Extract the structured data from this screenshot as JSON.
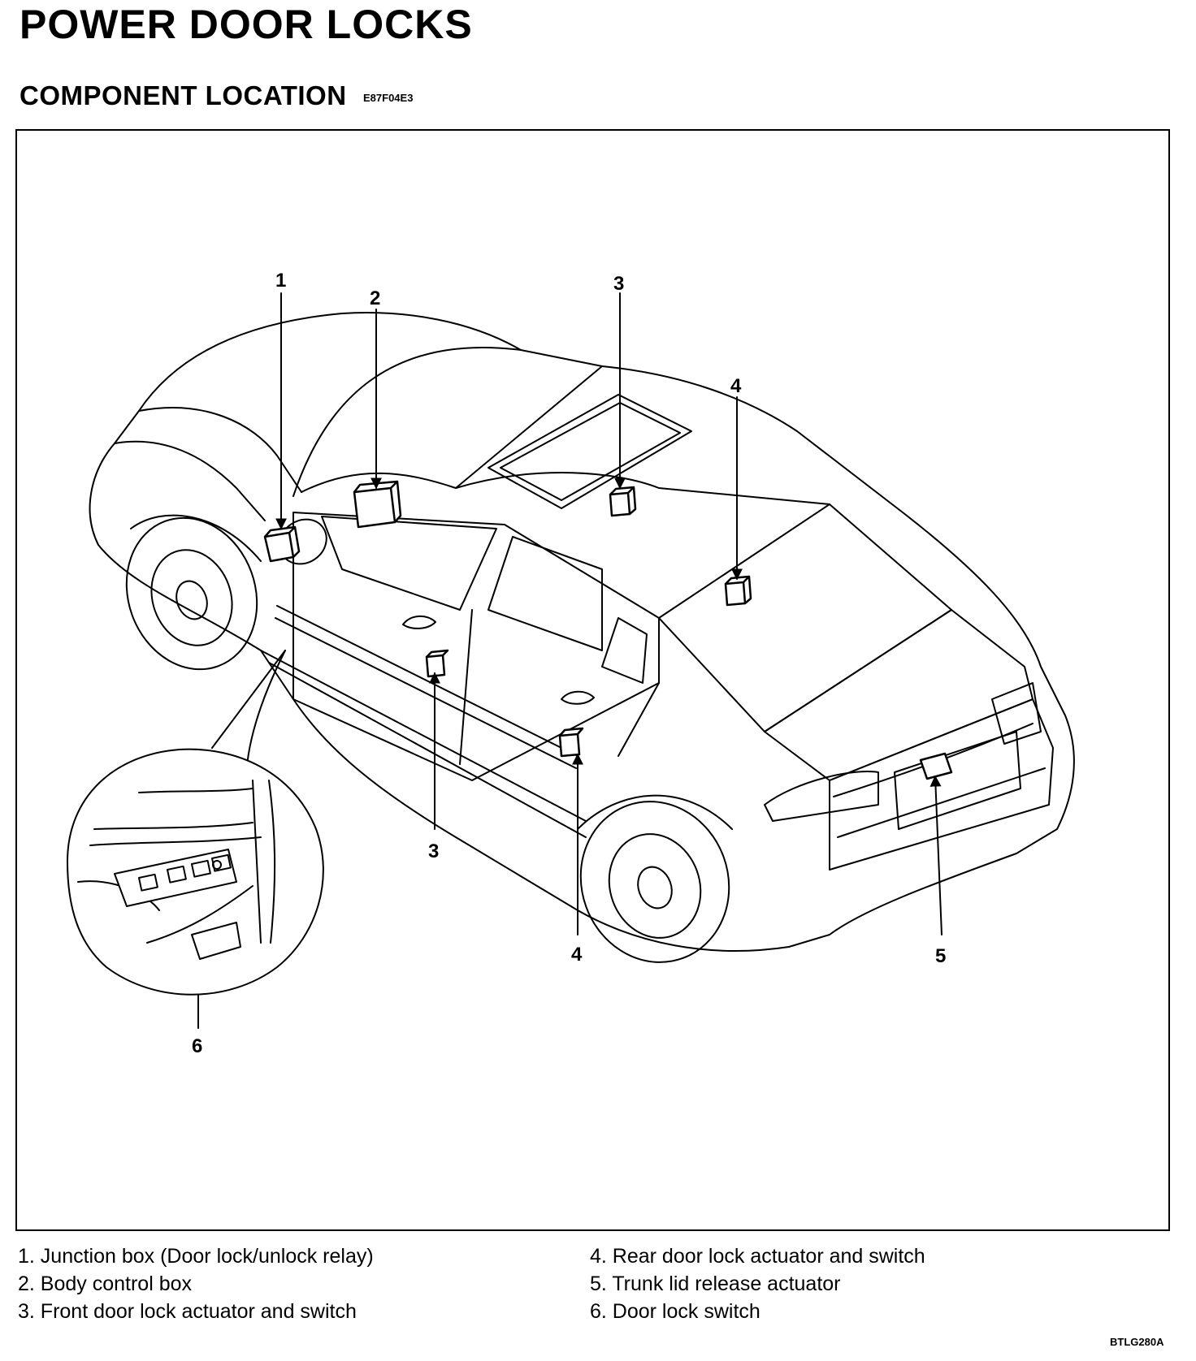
{
  "page": {
    "title": "POWER DOOR LOCKS",
    "section_title": "COMPONENT LOCATION",
    "section_code": "E87F04E3",
    "figure_code": "BTLG280A"
  },
  "diagram": {
    "callouts": [
      {
        "id": "c1",
        "label": "1"
      },
      {
        "id": "c2",
        "label": "2"
      },
      {
        "id": "c3a",
        "label": "3"
      },
      {
        "id": "c3b",
        "label": "3"
      },
      {
        "id": "c4a",
        "label": "4"
      },
      {
        "id": "c4b",
        "label": "4"
      },
      {
        "id": "c5",
        "label": "5"
      },
      {
        "id": "c6",
        "label": "6"
      }
    ]
  },
  "legend": {
    "left": [
      "1. Junction box (Door lock/unlock relay)",
      "2. Body control box",
      "3. Front door lock actuator and switch"
    ],
    "right": [
      "4. Rear door lock actuator and switch",
      "5. Trunk lid release actuator",
      "6. Door lock switch"
    ]
  }
}
